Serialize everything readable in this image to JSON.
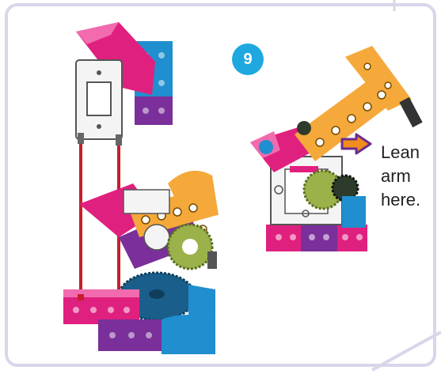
{
  "step": {
    "number": "9"
  },
  "callout": {
    "line1": "Lean",
    "line2": "arm",
    "line3": "here."
  },
  "colors": {
    "pink": "#e0207e",
    "purple": "#7a2f9a",
    "blue": "#1f8fcf",
    "orange": "#f4a93a",
    "white_part": "#f4f4f4",
    "gear_green": "#9bb24a",
    "gear_blue": "#1a5f8c",
    "rod_red": "#c81e2c",
    "badge_blue": "#1fa8e0",
    "arrow_orange": "#f28c1c",
    "arrow_purple": "#6b2d8f",
    "frame_lavender": "#d9d6ea"
  }
}
